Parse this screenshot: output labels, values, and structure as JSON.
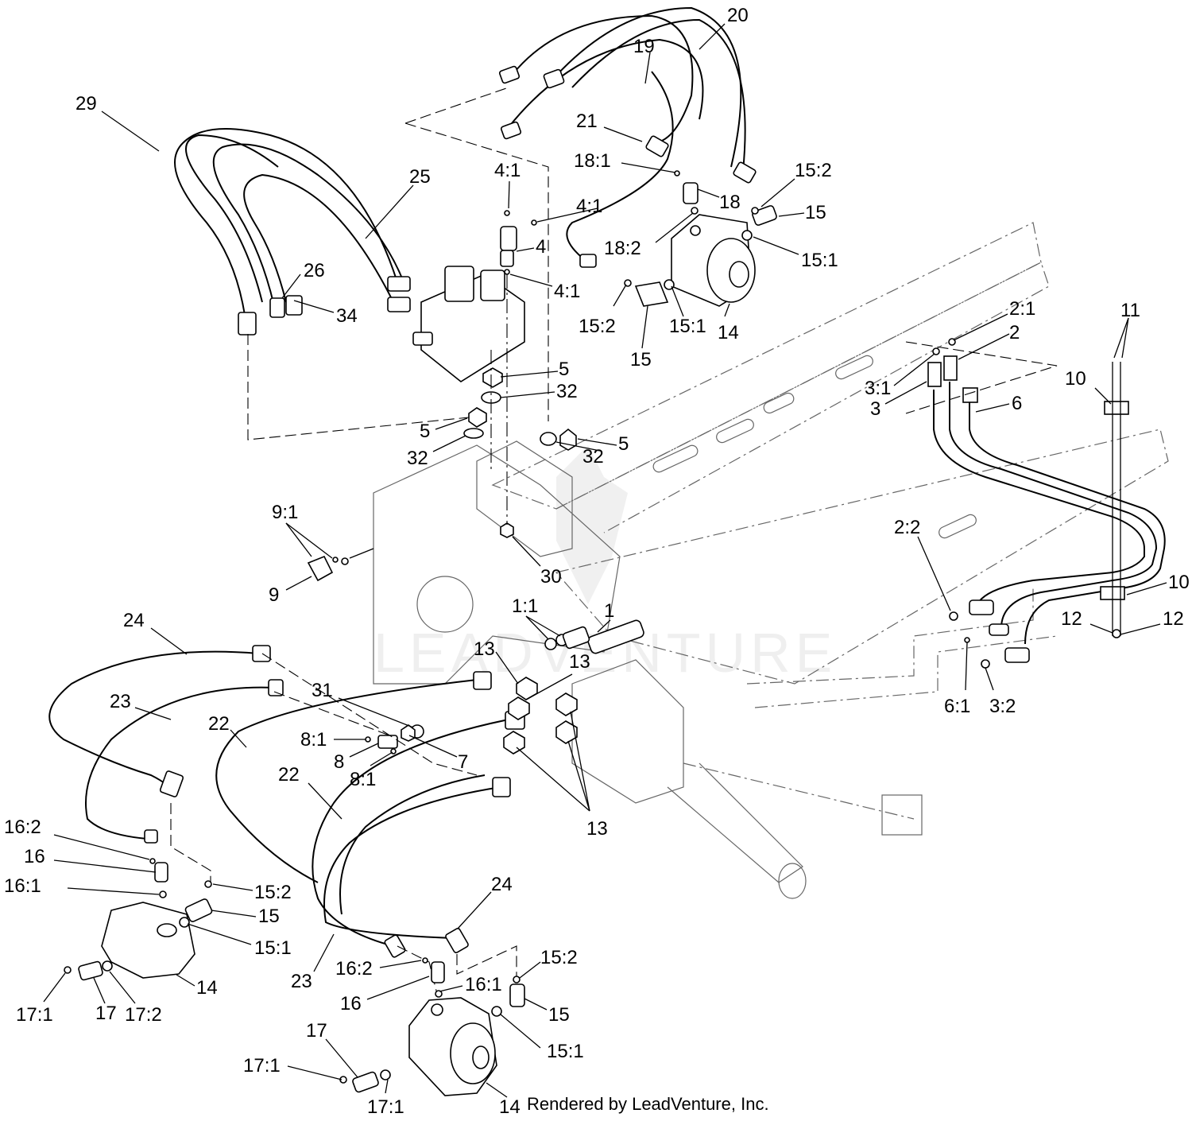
{
  "credit": "Rendered by LeadVenture, Inc.",
  "watermark": "LEADVENTURE",
  "callouts": [
    {
      "id": "c-20",
      "text": "20",
      "anchor": "start"
    },
    {
      "id": "c-19",
      "text": "19",
      "anchor": "start"
    },
    {
      "id": "c-29",
      "text": "29",
      "anchor": "start"
    },
    {
      "id": "c-21",
      "text": "21",
      "anchor": "start"
    },
    {
      "id": "c-25",
      "text": "25",
      "anchor": "start"
    },
    {
      "id": "c-4-1a",
      "text": "4:1",
      "anchor": "start"
    },
    {
      "id": "c-18-1",
      "text": "18:1",
      "anchor": "start"
    },
    {
      "id": "c-15-2a",
      "text": "15:2",
      "anchor": "start"
    },
    {
      "id": "c-4-1b",
      "text": "4:1",
      "anchor": "start"
    },
    {
      "id": "c-18",
      "text": "18",
      "anchor": "start"
    },
    {
      "id": "c-15a",
      "text": "15",
      "anchor": "start"
    },
    {
      "id": "c-4",
      "text": "4",
      "anchor": "start"
    },
    {
      "id": "c-18-2",
      "text": "18:2",
      "anchor": "start"
    },
    {
      "id": "c-15-1a",
      "text": "15:1",
      "anchor": "start"
    },
    {
      "id": "c-26",
      "text": "26",
      "anchor": "start"
    },
    {
      "id": "c-4-1c",
      "text": "4:1",
      "anchor": "start"
    },
    {
      "id": "c-34",
      "text": "34",
      "anchor": "start"
    },
    {
      "id": "c-15-2b",
      "text": "15:2",
      "anchor": "start"
    },
    {
      "id": "c-15-1b",
      "text": "15:1",
      "anchor": "start"
    },
    {
      "id": "c-14a",
      "text": "14",
      "anchor": "start"
    },
    {
      "id": "c-15b",
      "text": "15",
      "anchor": "start"
    },
    {
      "id": "c-2-1",
      "text": "2:1",
      "anchor": "start"
    },
    {
      "id": "c-11",
      "text": "11",
      "anchor": "start"
    },
    {
      "id": "c-2",
      "text": "2",
      "anchor": "start"
    },
    {
      "id": "c-5a",
      "text": "5",
      "anchor": "start"
    },
    {
      "id": "c-3-1",
      "text": "3:1",
      "anchor": "start"
    },
    {
      "id": "c-10a",
      "text": "10",
      "anchor": "start"
    },
    {
      "id": "c-32a",
      "text": "32",
      "anchor": "start"
    },
    {
      "id": "c-3",
      "text": "3",
      "anchor": "start"
    },
    {
      "id": "c-6",
      "text": "6",
      "anchor": "start"
    },
    {
      "id": "c-5b",
      "text": "5",
      "anchor": "start"
    },
    {
      "id": "c-5c",
      "text": "5",
      "anchor": "start"
    },
    {
      "id": "c-32b",
      "text": "32",
      "anchor": "start"
    },
    {
      "id": "c-32c",
      "text": "32",
      "anchor": "start"
    },
    {
      "id": "c-9-1",
      "text": "9:1",
      "anchor": "start"
    },
    {
      "id": "c-2-2",
      "text": "2:2",
      "anchor": "start"
    },
    {
      "id": "c-30",
      "text": "30",
      "anchor": "start"
    },
    {
      "id": "c-10b",
      "text": "10",
      "anchor": "start"
    },
    {
      "id": "c-9",
      "text": "9",
      "anchor": "start"
    },
    {
      "id": "c-1-1",
      "text": "1:1",
      "anchor": "start"
    },
    {
      "id": "c-1",
      "text": "1",
      "anchor": "start"
    },
    {
      "id": "c-24a",
      "text": "24",
      "anchor": "start"
    },
    {
      "id": "c-12a",
      "text": "12",
      "anchor": "start"
    },
    {
      "id": "c-12b",
      "text": "12",
      "anchor": "start"
    },
    {
      "id": "c-13a",
      "text": "13",
      "anchor": "start"
    },
    {
      "id": "c-13b",
      "text": "13",
      "anchor": "start"
    },
    {
      "id": "c-31",
      "text": "31",
      "anchor": "start"
    },
    {
      "id": "c-6-1",
      "text": "6:1",
      "anchor": "start"
    },
    {
      "id": "c-3-2",
      "text": "3:2",
      "anchor": "start"
    },
    {
      "id": "c-23a",
      "text": "23",
      "anchor": "start"
    },
    {
      "id": "c-22a",
      "text": "22",
      "anchor": "start"
    },
    {
      "id": "c-8-1a",
      "text": "8:1",
      "anchor": "start"
    },
    {
      "id": "c-8",
      "text": "8",
      "anchor": "start"
    },
    {
      "id": "c-7",
      "text": "7",
      "anchor": "start"
    },
    {
      "id": "c-22b",
      "text": "22",
      "anchor": "start"
    },
    {
      "id": "c-8-1b",
      "text": "8:1",
      "anchor": "start"
    },
    {
      "id": "c-13c",
      "text": "13",
      "anchor": "start"
    },
    {
      "id": "c-16-2a",
      "text": "16:2",
      "anchor": "start"
    },
    {
      "id": "c-16a",
      "text": "16",
      "anchor": "start"
    },
    {
      "id": "c-16-1a",
      "text": "16:1",
      "anchor": "start"
    },
    {
      "id": "c-15-2c",
      "text": "15:2",
      "anchor": "start"
    },
    {
      "id": "c-15c",
      "text": "15",
      "anchor": "start"
    },
    {
      "id": "c-24b",
      "text": "24",
      "anchor": "start"
    },
    {
      "id": "c-15-1c",
      "text": "15:1",
      "anchor": "start"
    },
    {
      "id": "c-15-2d",
      "text": "15:2",
      "anchor": "start"
    },
    {
      "id": "c-14b",
      "text": "14",
      "anchor": "start"
    },
    {
      "id": "c-16-2b",
      "text": "16:2",
      "anchor": "start"
    },
    {
      "id": "c-23b",
      "text": "23",
      "anchor": "start"
    },
    {
      "id": "c-16-1b",
      "text": "16:1",
      "anchor": "start"
    },
    {
      "id": "c-16b",
      "text": "16",
      "anchor": "start"
    },
    {
      "id": "c-15d",
      "text": "15",
      "anchor": "start"
    },
    {
      "id": "c-17-1a",
      "text": "17:1",
      "anchor": "start"
    },
    {
      "id": "c-17a",
      "text": "17",
      "anchor": "start"
    },
    {
      "id": "c-17-2",
      "text": "17:2",
      "anchor": "start"
    },
    {
      "id": "c-15-1d",
      "text": "15:1",
      "anchor": "start"
    },
    {
      "id": "c-17b",
      "text": "17",
      "anchor": "start"
    },
    {
      "id": "c-17-1b",
      "text": "17:1",
      "anchor": "start"
    },
    {
      "id": "c-17-1c",
      "text": "17:1",
      "anchor": "start"
    },
    {
      "id": "c-14c",
      "text": "14",
      "anchor": "start"
    }
  ]
}
